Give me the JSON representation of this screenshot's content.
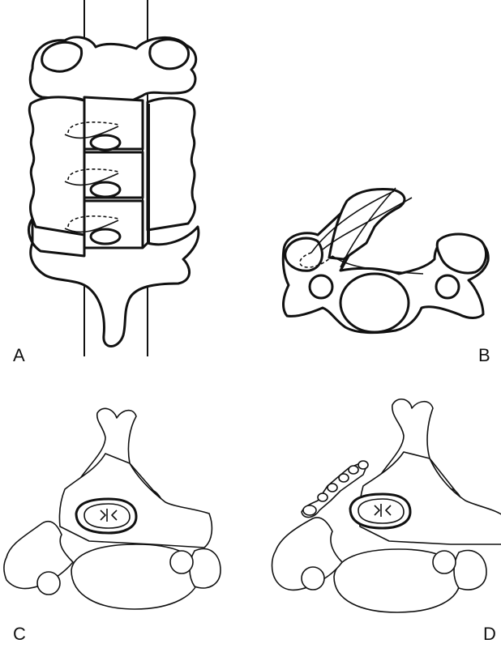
{
  "panels": [
    {
      "id": "A",
      "label": "A"
    },
    {
      "id": "B",
      "label": "B"
    },
    {
      "id": "C",
      "label": "C"
    },
    {
      "id": "D",
      "label": "D"
    }
  ]
}
